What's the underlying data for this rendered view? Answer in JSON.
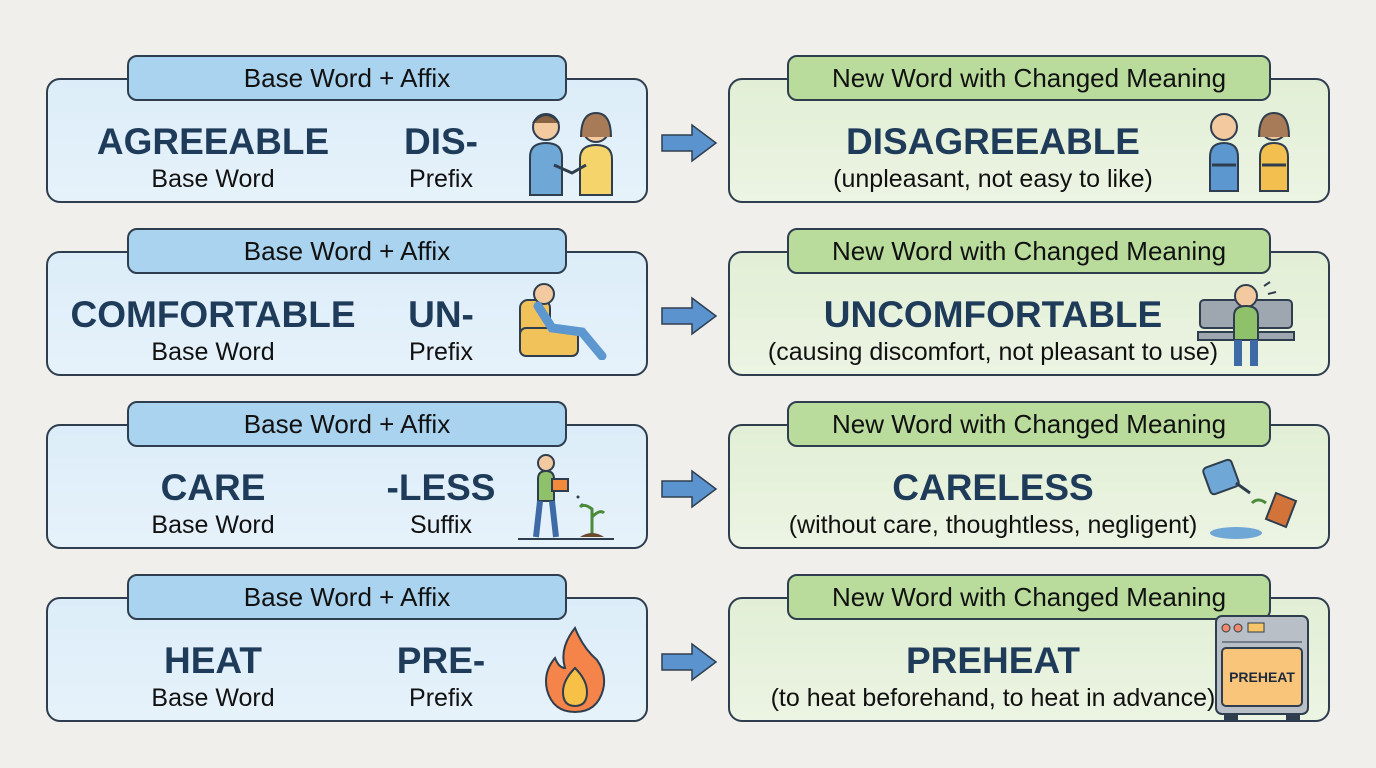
{
  "rows": [
    {
      "left_header": "Base Word + Affix",
      "base": "AGREEABLE",
      "base_label": "Base Word",
      "affix": "DIS-",
      "affix_label": "Prefix",
      "left_icon": "handshake-people-icon",
      "right_header": "New Word with Changed Meaning",
      "new_word": "DISAGREEABLE",
      "meaning": "(unpleasant, not easy to like)",
      "right_icon": "arguing-people-icon"
    },
    {
      "left_header": "Base Word + Affix",
      "base": "COMFORTABLE",
      "base_label": "Base Word",
      "affix": "UN-",
      "affix_label": "Prefix",
      "left_icon": "person-in-armchair-icon",
      "right_header": "New Word with Changed Meaning",
      "new_word": "UNCOMFORTABLE",
      "meaning": "(causing discomfort, not pleasant to use)",
      "right_icon": "person-on-bench-icon"
    },
    {
      "left_header": "Base Word + Affix",
      "base": "CARE",
      "base_label": "Base Word",
      "affix": "-LESS",
      "affix_label": "Suffix",
      "left_icon": "watering-plant-icon",
      "right_header": "New Word with Changed Meaning",
      "new_word": "CARELESS",
      "meaning": "(without care, thoughtless, negligent)",
      "right_icon": "spilled-watering-can-icon"
    },
    {
      "left_header": "Base Word + Affix",
      "base": "HEAT",
      "base_label": "Base Word",
      "affix": "PRE-",
      "affix_label": "Prefix",
      "left_icon": "flame-icon",
      "right_header": "New Word with Changed Meaning",
      "new_word": "PREHEAT",
      "meaning": "(to heat beforehand, to heat in advance)",
      "right_icon": "oven-icon",
      "oven_label": "PREHEAT"
    }
  ],
  "colors": {
    "left_panel": "#dcedf9",
    "left_tab": "#a9d3ee",
    "right_panel": "#e2efd6",
    "right_tab": "#b9dc9c",
    "word": "#1f3b5a",
    "arrow": "#5b93cf"
  }
}
